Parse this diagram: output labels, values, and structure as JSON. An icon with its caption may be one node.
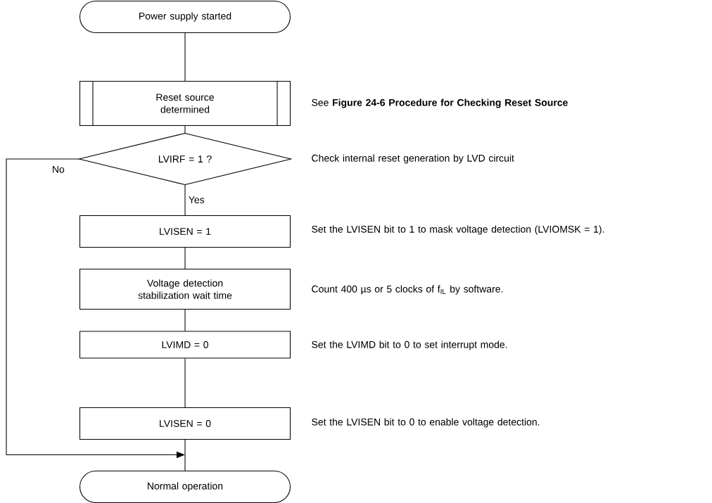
{
  "diagram": {
    "nodes": [
      {
        "text": [
          "Power supply started"
        ]
      },
      {
        "text": [
          "Reset source determined"
        ],
        "beside": [
          "See **Figure 24-6  Procedure for Checking Reset Source**"
        ]
      },
      {
        "text": [
          "LVIRF = 1 ?"
        ],
        "beside": [
          "Check internal reset generation by LVD circuit"
        ]
      },
      {
        "text": [
          "LVISEN = 1"
        ],
        "beside": [
          "Set the LVISEN bit to 1 to mask voltage detection (LVIOMSK = 1)."
        ]
      },
      {
        "text": [
          "Voltage detection stabilization wait time"
        ],
        "beside": [
          "Count 400 µs or 5 clocks of f$_{IL}$ by software."
        ]
      },
      {
        "text": [
          "LVIMD = 0"
        ],
        "beside": [
          "Set the LVIMD bit to 0 to set interrupt mode."
        ]
      },
      {
        "text": [
          "LVISEN = 0"
        ],
        "beside": [
          "Set the LVISEN bit to 0 to enable voltage detection."
        ]
      },
      {
        "text": [
          "Normal operation"
        ]
      }
    ],
    "edges": [
      {
        "from": 0,
        "to": 1,
        "arrow": "none"
      },
      {
        "from": 1,
        "to": 2,
        "arrow": "none"
      },
      {
        "from": 2,
        "to": 3,
        "arrow": "none",
        "label": "Yes"
      },
      {
        "from": 3,
        "to": 4,
        "arrow": "none"
      },
      {
        "from": 4,
        "to": 5,
        "arrow": "none"
      },
      {
        "from": 5,
        "to": 6,
        "arrow": "none"
      },
      {
        "from": 6,
        "to": 7,
        "arrow": "none"
      },
      {
        "from": 2,
        "to": 7,
        "arrow": "to",
        "label": "No"
      }
    ]
  }
}
